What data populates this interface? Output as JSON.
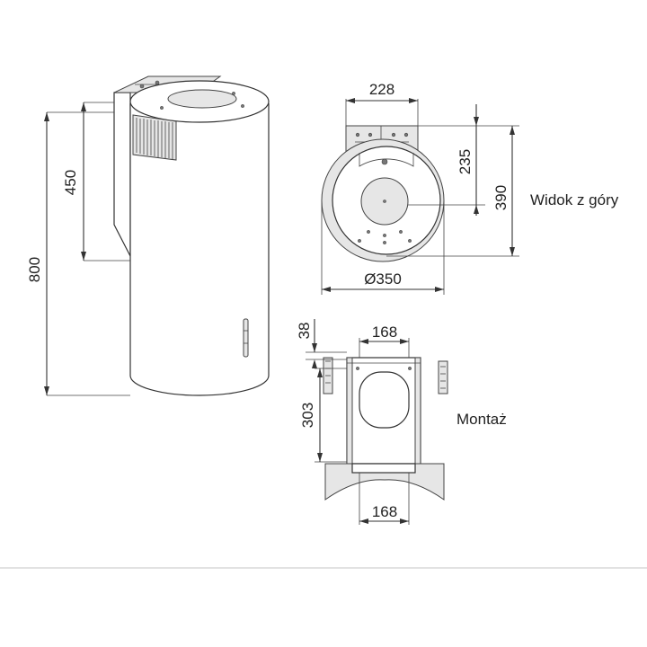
{
  "dimensions": {
    "side_total_height": "800",
    "side_chimney_height": "450",
    "top_bracket_width": "228",
    "top_depth_235": "235",
    "top_depth_390": "390",
    "top_diameter": "Ø350",
    "mount_top_offset": "38",
    "mount_width_top": "168",
    "mount_height": "303",
    "mount_width_bottom": "168"
  },
  "labels": {
    "top_view": "Widok z góry",
    "mounting": "Montaż"
  },
  "colors": {
    "line": "#333333",
    "fill_light": "#e6e6e6",
    "separator": "#d8d8d8"
  }
}
